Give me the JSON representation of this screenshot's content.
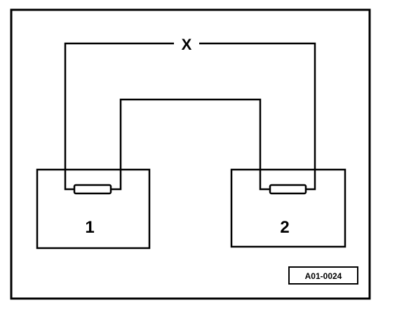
{
  "diagram": {
    "connection_label": "X",
    "module_1_label": "1",
    "module_2_label": "2",
    "figure_code": "A01-0024"
  },
  "colors": {
    "line": "#000000",
    "background": "#ffffff"
  }
}
